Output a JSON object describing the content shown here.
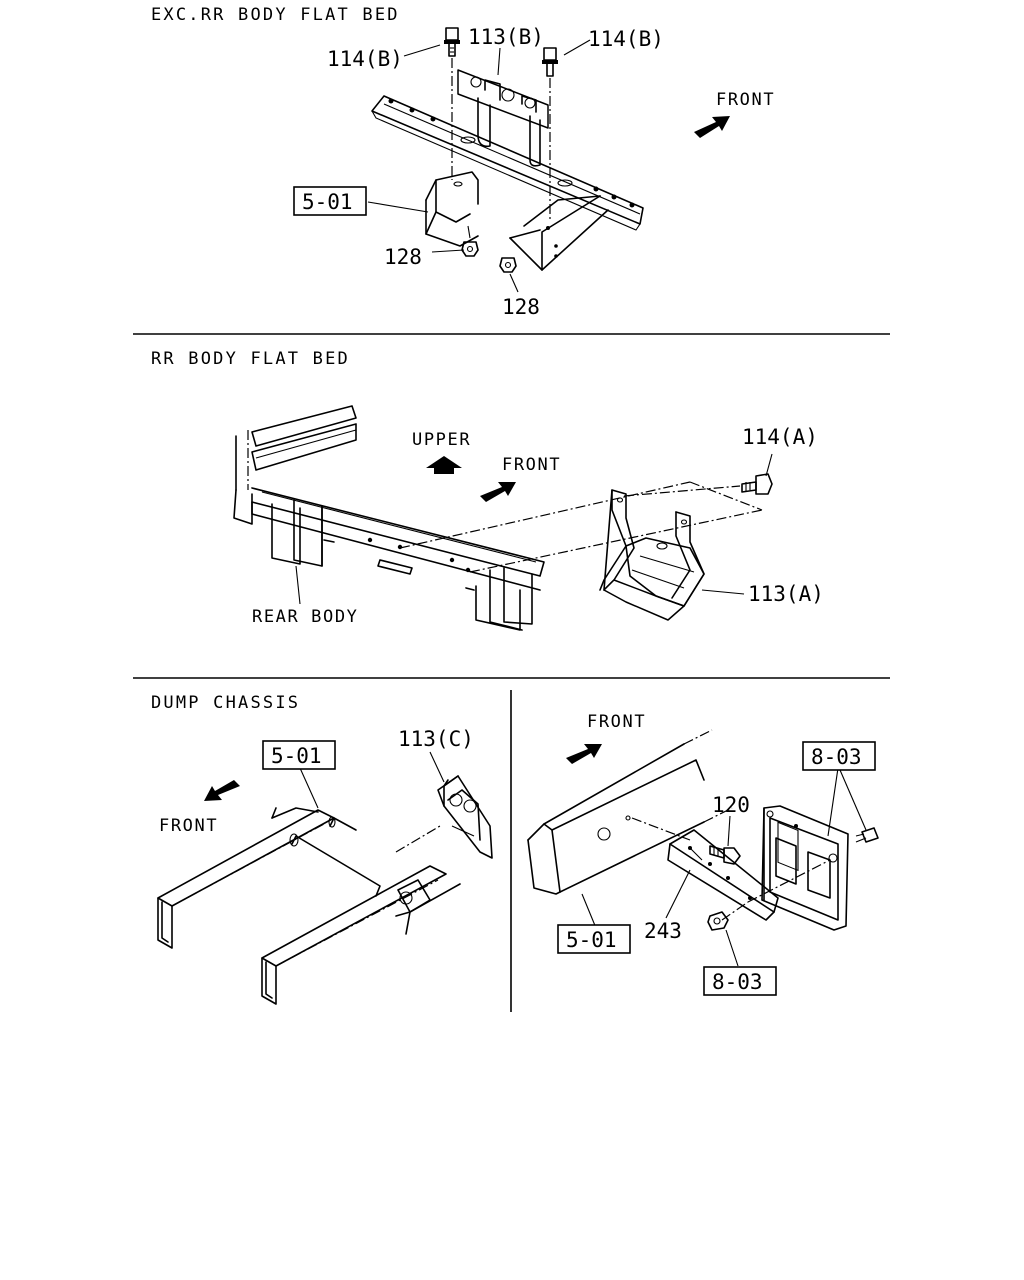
{
  "sections": {
    "exc_rr": {
      "title": "EXC.RR BODY FLAT BED",
      "labels": {
        "bolt_left": "114(B)",
        "bracket": "113(B)",
        "bolt_right": "114(B)",
        "box_5_01": "5-01",
        "nut_left": "128",
        "nut_bottom": "128",
        "front": "FRONT"
      }
    },
    "rr_flat": {
      "title": "RR BODY FLAT BED",
      "labels": {
        "upper": "UPPER",
        "front": "FRONT",
        "bolt": "114(A)",
        "bracket": "113(A)",
        "rear_body": "REAR BODY"
      }
    },
    "dump": {
      "title": "DUMP CHASSIS",
      "labels": {
        "box_5_01": "5-01",
        "bracket": "113(C)",
        "front": "FRONT"
      }
    },
    "plate": {
      "labels": {
        "front": "FRONT",
        "box_8_03_top": "8-03",
        "bolt": "120",
        "box_5_01": "5-01",
        "bracket": "243",
        "box_8_03_bottom": "8-03"
      }
    }
  },
  "icons": [
    "arrow-icon",
    "bolt-icon",
    "nut-icon"
  ]
}
